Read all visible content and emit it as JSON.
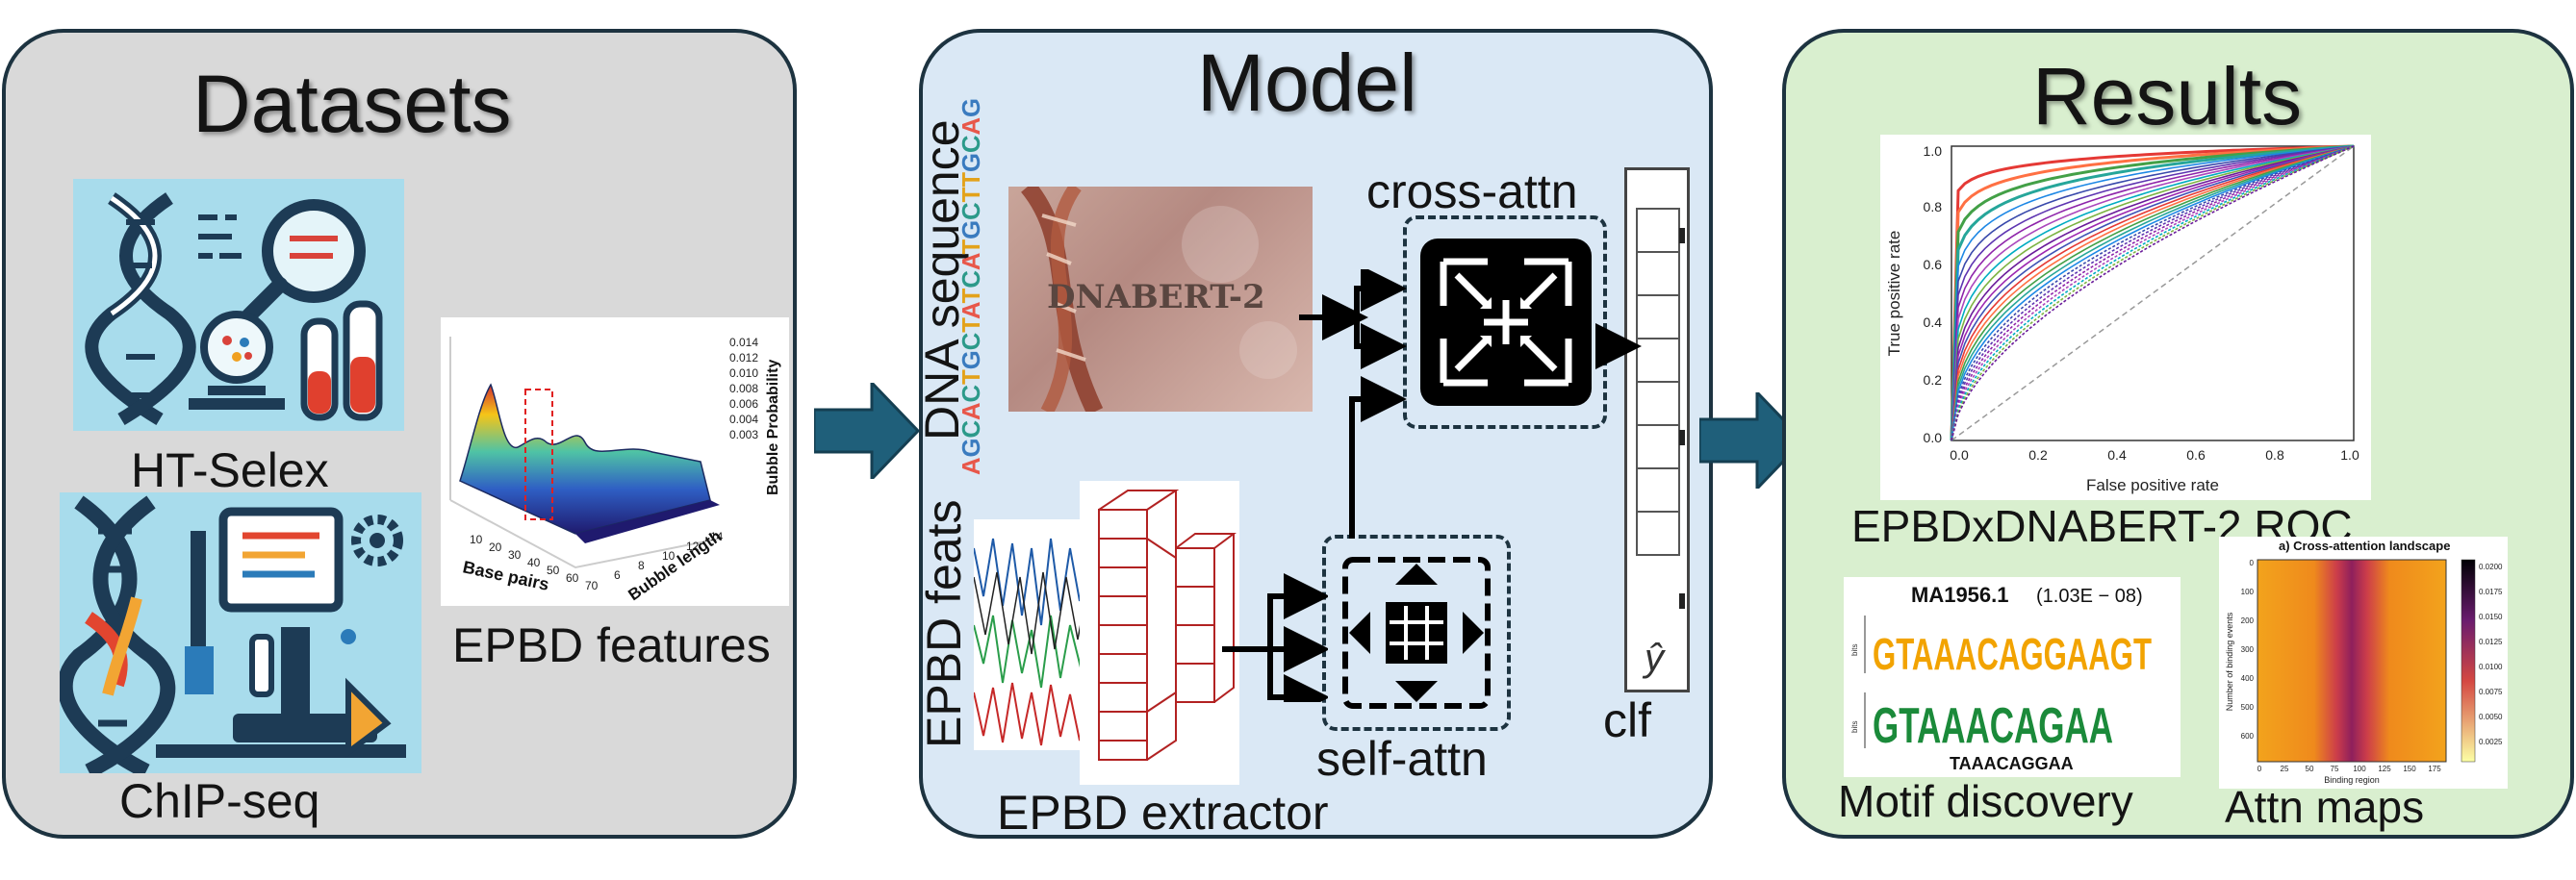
{
  "panels": {
    "datasets": {
      "title": "Datasets"
    },
    "model": {
      "title": "Model"
    },
    "results": {
      "title": "Results"
    }
  },
  "datasets": {
    "ht_selex_label": "HT-Selex",
    "chip_seq_label": "ChIP-seq",
    "epbd_features_label": "EPBD features",
    "plot3d": {
      "zlabel": "Bubble Probability",
      "ylabel": "Bubble length",
      "xlabel": "Base pairs",
      "zticks": [
        "0.014",
        "0.012",
        "0.010",
        "0.008",
        "0.006",
        "0.004",
        "0.003"
      ],
      "xticks": [
        "10",
        "20",
        "30",
        "40",
        "50",
        "60",
        "70"
      ],
      "yticks": [
        "6",
        "8",
        "10",
        "12",
        "14"
      ]
    }
  },
  "model": {
    "dna_sequence_label": "DNA sequence",
    "sequence": "AGCACTGCTATCATGCTTGCAG",
    "dnabert_label": "DNABERT-2",
    "cross_attn_label": "cross-attn",
    "epbd_feats_label": "EPBD feats",
    "epbd_extractor_label": "EPBD extractor",
    "self_attn_label": "self-attn",
    "clf_label": "clf",
    "y_hat": "ŷ"
  },
  "results": {
    "roc": {
      "caption": "EPBDxDNABERT-2 ROC",
      "xlabel": "False positive rate",
      "ylabel": "True positive rate",
      "xticks": [
        "0.0",
        "0.2",
        "0.4",
        "0.6",
        "0.8",
        "1.0"
      ],
      "yticks": [
        "0.0",
        "0.2",
        "0.4",
        "0.6",
        "0.8",
        "1.0"
      ]
    },
    "motif": {
      "caption": "Motif discovery",
      "title_id": "MA1956.1",
      "title_pval": "(1.03E − 08)",
      "logo1": "GTAAACAGGAAGT",
      "logo2": "GTAAACAGAA",
      "consensus": "TAAACAGGAA",
      "ylabel": "bits"
    },
    "attn": {
      "caption": "Attn maps",
      "title": "a) Cross-attention landscape",
      "xlabel": "Binding region",
      "ylabel": "Number of binding events",
      "xticks": [
        "0",
        "25",
        "50",
        "75",
        "100",
        "125",
        "150",
        "175"
      ],
      "yticks": [
        "0",
        "100",
        "200",
        "300",
        "400",
        "500",
        "600"
      ],
      "cbar_ticks": [
        "0.0200",
        "0.0175",
        "0.0150",
        "0.0125",
        "0.0100",
        "0.0075",
        "0.0050",
        "0.0025"
      ]
    }
  },
  "colors": {
    "datasets_bg": "#d9d9d9",
    "model_bg": "#dae8f5",
    "results_bg": "#d9efcf",
    "border": "#1d3340",
    "arrow": "#1f5f7a",
    "icon_tile": "#a8dcec",
    "heatmap_hot": "#b32a5a",
    "heatmap_warm": "#f09a1a"
  },
  "icons": [
    "dna-lab-icon",
    "microscope-lab-icon",
    "cross-attention-icon",
    "self-attention-icon",
    "dna-helix-image"
  ]
}
